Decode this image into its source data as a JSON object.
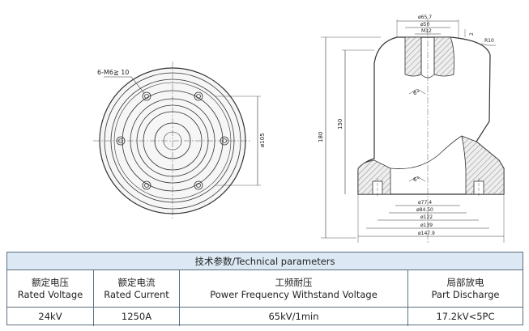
{
  "drawing": {
    "bolt_label": "6-M6≧ 10",
    "dia_105": "ø105",
    "dia_65_7": "ø65.7",
    "dia_50": "ø50",
    "m12": "M12",
    "two": "2",
    "r10": "R10",
    "height_180": "180",
    "height_150": "150",
    "six_upper": "6°",
    "six_lower": "6°",
    "dia_77_4": "ø77.4",
    "dia_84_50": "ø84.50",
    "dia_122": "ø122",
    "dia_139": "ø139",
    "dia_147_9": "ø147.9"
  },
  "table": {
    "title": "技术参数/Technical parameters",
    "headers": [
      {
        "zh": "额定电压",
        "en": "Rated Voltage"
      },
      {
        "zh": "额定电流",
        "en": "Rated Current"
      },
      {
        "zh": "工频耐压",
        "en": "Power Frequency Withstand Voltage"
      },
      {
        "zh": "局部放电",
        "en": "Part Discharge"
      }
    ],
    "values": [
      "24kV",
      "1250A",
      "65kV/1min",
      "17.2kV<5PC"
    ]
  }
}
